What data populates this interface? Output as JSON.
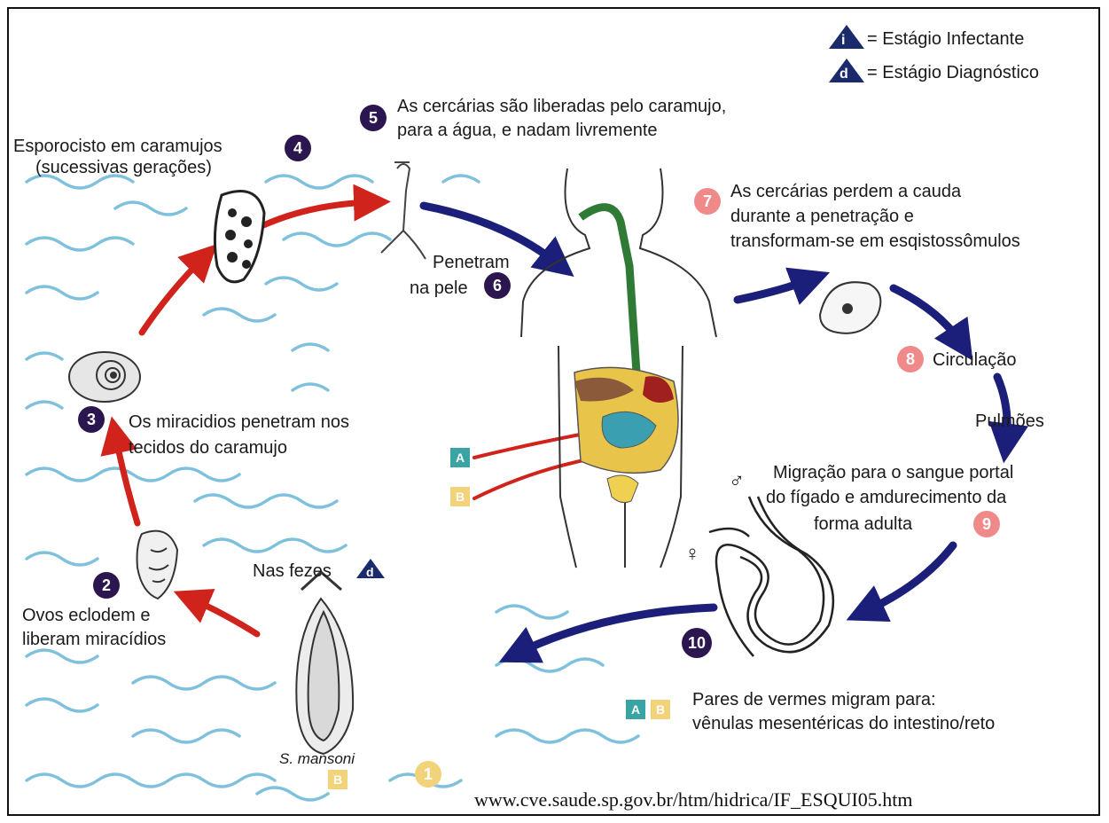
{
  "legend": {
    "infective_symbol": "i",
    "infective_text": "= Estágio Infectante",
    "diagnostic_symbol": "d",
    "diagnostic_text": "= Estágio Diagnóstico"
  },
  "steps": {
    "s2": {
      "num": "2",
      "line1": "Ovos eclodem e",
      "line2": "liberam miracídios"
    },
    "s3": {
      "num": "3",
      "line1": "Os miracidios penetram nos",
      "line2": "tecidos do caramujo"
    },
    "s4": {
      "num": "4",
      "line1": "Esporocisto em caramujos",
      "line2": "(sucessivas gerações)"
    },
    "s5": {
      "num": "5",
      "line1": "As cercárias são liberadas pelo caramujo,",
      "line2": "para a água, e nadam livremente"
    },
    "s6": {
      "num": "6",
      "line1": "Penetram",
      "line2": "na pele"
    },
    "s7": {
      "num": "7",
      "line1": "As cercárias perdem a cauda",
      "line2": "durante a penetração e",
      "line3": "transformam-se em esqistossômulos"
    },
    "s8": {
      "num": "8",
      "label": "Circulação",
      "sublabel": "Pulmões"
    },
    "s9": {
      "num": "9",
      "line1": "Migração para o sangue portal",
      "line2": "do fígado e amdurecimento da",
      "line3": "forma adulta"
    },
    "s10": {
      "num": "10",
      "line1": "Pares de vermes migram para:",
      "line2": "vênulas mesentéricas do intestino/reto"
    },
    "s1": {
      "num": "1"
    }
  },
  "feces": {
    "label": "Nas fezes",
    "symbol": "d",
    "species": "S. mansoni",
    "box": "B"
  },
  "boxes": {
    "a": "A",
    "b": "B"
  },
  "sex": {
    "male": "♂",
    "female": "♀"
  },
  "source_url": "www.cve.saude.sp.gov.br/htm/hidrica/IF_ESQUI05.htm",
  "colors": {
    "red_arrow": "#d0231c",
    "blue_arrow": "#1b1f7a",
    "wave": "#7fc1dc",
    "badge_dark": "#2b1650",
    "badge_pink": "#f08a8a",
    "box_a": "#3aa3a3",
    "box_b": "#f2d27a"
  }
}
